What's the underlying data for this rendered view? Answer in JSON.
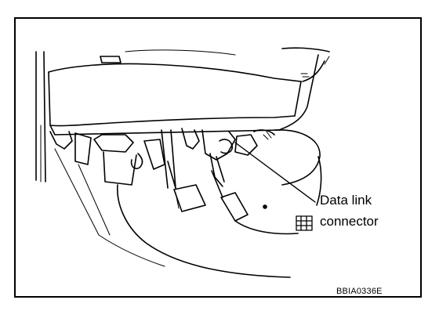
{
  "callout": {
    "line1": "Data link",
    "line2": "connector",
    "icon": "connector-symbol-icon"
  },
  "figure_id": "BBIA0336E"
}
